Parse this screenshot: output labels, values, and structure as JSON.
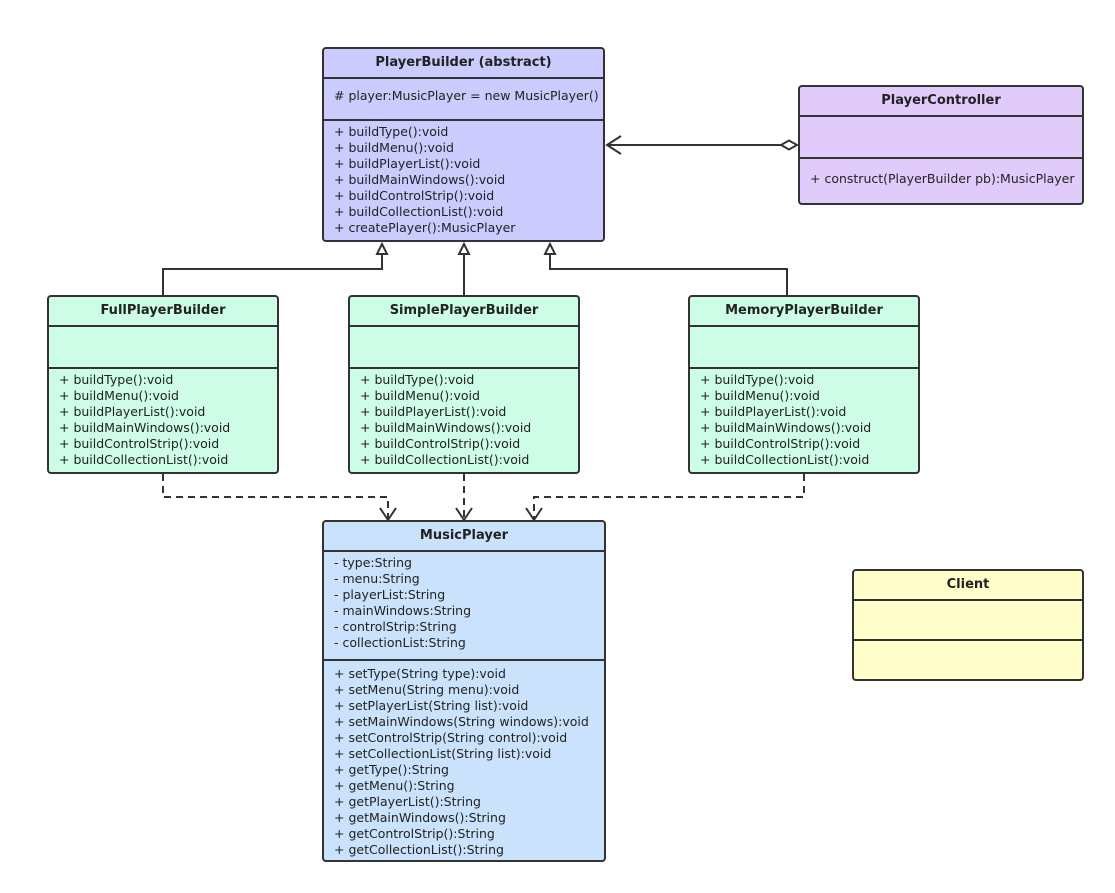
{
  "player_builder": {
    "name": "PlayerBuilder (abstract)",
    "attributes": [
      "# player:MusicPlayer = new MusicPlayer()"
    ],
    "methods": [
      "+ buildType():void",
      "+ buildMenu():void",
      "+ buildPlayerList():void",
      "+ buildMainWindows():void",
      "+ buildControlStrip():void",
      "+ buildCollectionList():void",
      "+ createPlayer():MusicPlayer"
    ]
  },
  "player_controller": {
    "name": "PlayerController",
    "attributes": [],
    "methods": [
      "+ construct(PlayerBuilder pb):MusicPlayer"
    ]
  },
  "full_player_builder": {
    "name": "FullPlayerBuilder",
    "attributes": [],
    "methods": [
      "+ buildType():void",
      "+ buildMenu():void",
      "+ buildPlayerList():void",
      "+ buildMainWindows():void",
      "+ buildControlStrip():void",
      "+ buildCollectionList():void"
    ]
  },
  "simple_player_builder": {
    "name": "SimplePlayerBuilder",
    "attributes": [],
    "methods": [
      "+ buildType():void",
      "+ buildMenu():void",
      "+ buildPlayerList():void",
      "+ buildMainWindows():void",
      "+ buildControlStrip():void",
      "+ buildCollectionList():void"
    ]
  },
  "memory_player_builder": {
    "name": "MemoryPlayerBuilder",
    "attributes": [],
    "methods": [
      "+ buildType():void",
      "+ buildMenu():void",
      "+ buildPlayerList():void",
      "+ buildMainWindows():void",
      "+ buildControlStrip():void",
      "+ buildCollectionList():void"
    ]
  },
  "music_player": {
    "name": "MusicPlayer",
    "attributes": [
      "- type:String",
      "- menu:String",
      "- playerList:String",
      "- mainWindows:String",
      "- controlStrip:String",
      "- collectionList:String"
    ],
    "methods": [
      "+ setType(String type):void",
      "+ setMenu(String menu):void",
      "+ setPlayerList(String list):void",
      "+ setMainWindows(String windows):void",
      "+ setControlStrip(String control):void",
      "+ setCollectionList(String list):void",
      "+ getType():String",
      "+ getMenu():String",
      "+ getPlayerList():String",
      "+ getMainWindows():String",
      "+ getControlStrip():String",
      "+ getCollectionList():String"
    ]
  },
  "client": {
    "name": "Client",
    "attributes": [],
    "methods": []
  },
  "colors": {
    "line": "#333333",
    "abstract_fill": "#cbcbfd",
    "controller_fill": "#e1cbfb",
    "builder_fill": "#cdfde7",
    "product_fill": "#cbe2fd",
    "client_fill": "#fffecb"
  },
  "relations": [
    {
      "type": "aggregation",
      "from": "PlayerController",
      "to": "PlayerBuilder (abstract)"
    },
    {
      "type": "generalization",
      "from": "FullPlayerBuilder",
      "to": "PlayerBuilder (abstract)"
    },
    {
      "type": "generalization",
      "from": "SimplePlayerBuilder",
      "to": "PlayerBuilder (abstract)"
    },
    {
      "type": "generalization",
      "from": "MemoryPlayerBuilder",
      "to": "PlayerBuilder (abstract)"
    },
    {
      "type": "dependency",
      "from": "FullPlayerBuilder",
      "to": "MusicPlayer"
    },
    {
      "type": "dependency",
      "from": "SimplePlayerBuilder",
      "to": "MusicPlayer"
    },
    {
      "type": "dependency",
      "from": "MemoryPlayerBuilder",
      "to": "MusicPlayer"
    }
  ]
}
